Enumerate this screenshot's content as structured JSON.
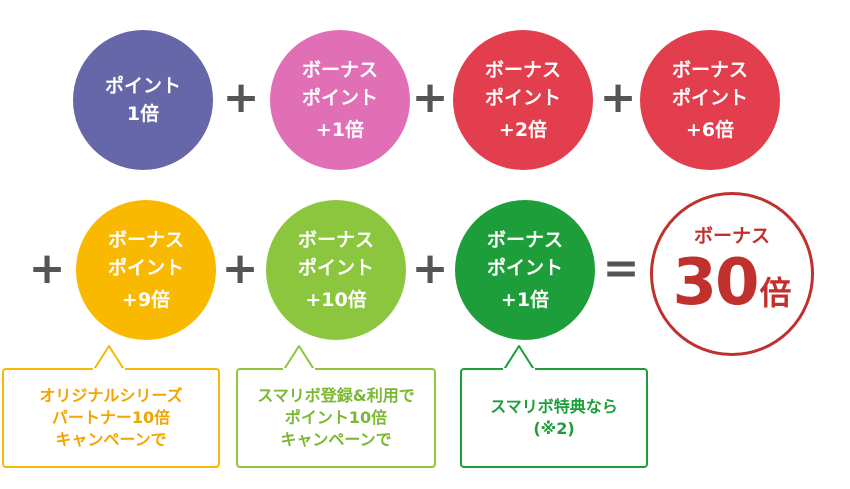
{
  "colors": {
    "base": "#6667a8",
    "bonus1": "#e06fb6",
    "bonus2": "#e23e4d",
    "bonus6": "#e23e4d",
    "bonus9": "#f9b900",
    "bonus10": "#8cc63e",
    "bonus_sp": "#1e9e3a",
    "operator": "#555555",
    "result": "#c0312d"
  },
  "operators": {
    "plus": "+",
    "equals": "="
  },
  "circles": [
    {
      "lines": [
        "ポイント",
        "1倍"
      ]
    },
    {
      "lines": [
        "ボーナス",
        "ポイント",
        "+1倍"
      ]
    },
    {
      "lines": [
        "ボーナス",
        "ポイント",
        "+2倍"
      ]
    },
    {
      "lines": [
        "ボーナス",
        "ポイント",
        "+6倍"
      ]
    },
    {
      "lines": [
        "ボーナス",
        "ポイント",
        "+9倍"
      ]
    },
    {
      "lines": [
        "ボーナス",
        "ポイント",
        "+10倍"
      ]
    },
    {
      "lines": [
        "ボーナス",
        "ポイント",
        "+1倍"
      ]
    }
  ],
  "result": {
    "label": "ボーナス",
    "number": "30",
    "unit": "倍"
  },
  "callouts": [
    {
      "lines": [
        "オリジナルシリーズ",
        "パートナー10倍",
        "キャンペーンで"
      ]
    },
    {
      "lines": [
        "スマリボ登録&利用で",
        "ポイント10倍",
        "キャンペーンで"
      ]
    },
    {
      "lines": [
        "スマリボ特典なら",
        "(※2)"
      ]
    }
  ]
}
